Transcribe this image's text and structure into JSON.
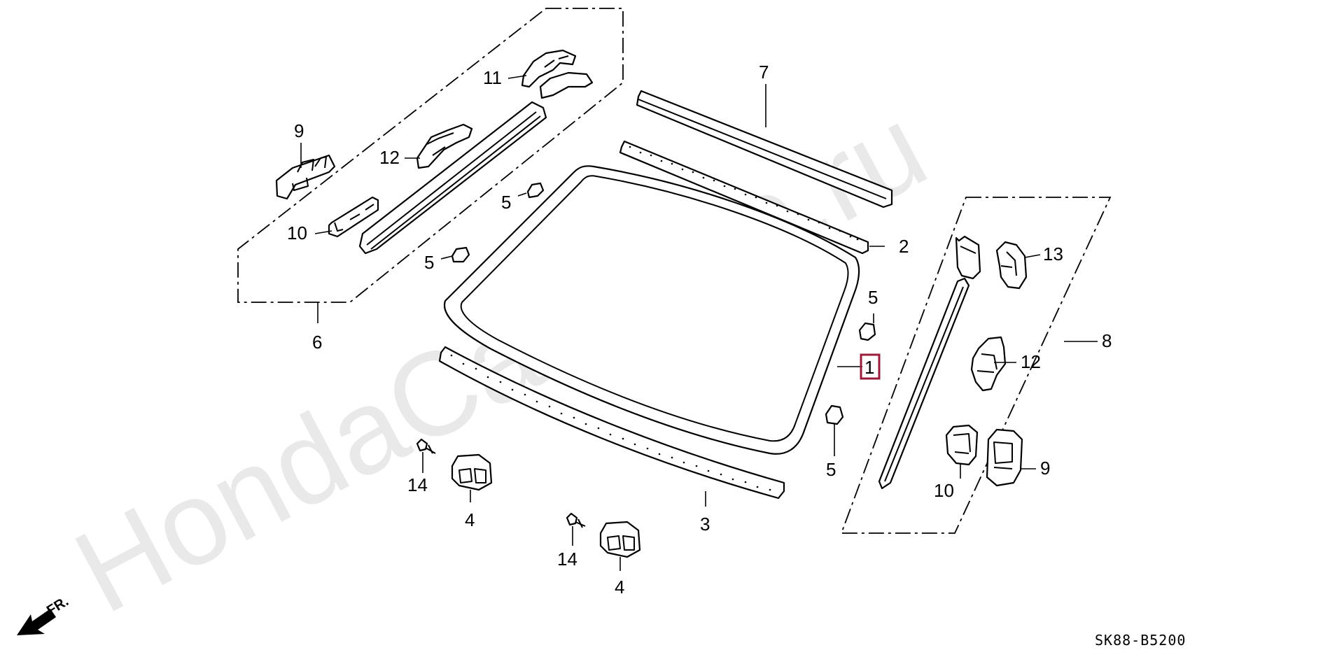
{
  "watermark": "HondaCarMine.ru",
  "diagram_code": "SK88-B5200",
  "direction_label": "FR.",
  "highlighted_part": "1",
  "callouts": {
    "p1": "1",
    "p2": "2",
    "p3": "3",
    "p4a": "4",
    "p4b": "4",
    "p5a": "5",
    "p5b": "5",
    "p5c": "5",
    "p5d": "5",
    "p6": "6",
    "p7": "7",
    "p8": "8",
    "p9a": "9",
    "p9b": "9",
    "p10a": "10",
    "p10b": "10",
    "p11": "11",
    "p12a": "12",
    "p12b": "12",
    "p13": "13",
    "p14a": "14",
    "p14b": "14"
  },
  "colors": {
    "line": "#000000",
    "highlight": "#9a1b3a",
    "watermark": "#d8d8d8"
  }
}
